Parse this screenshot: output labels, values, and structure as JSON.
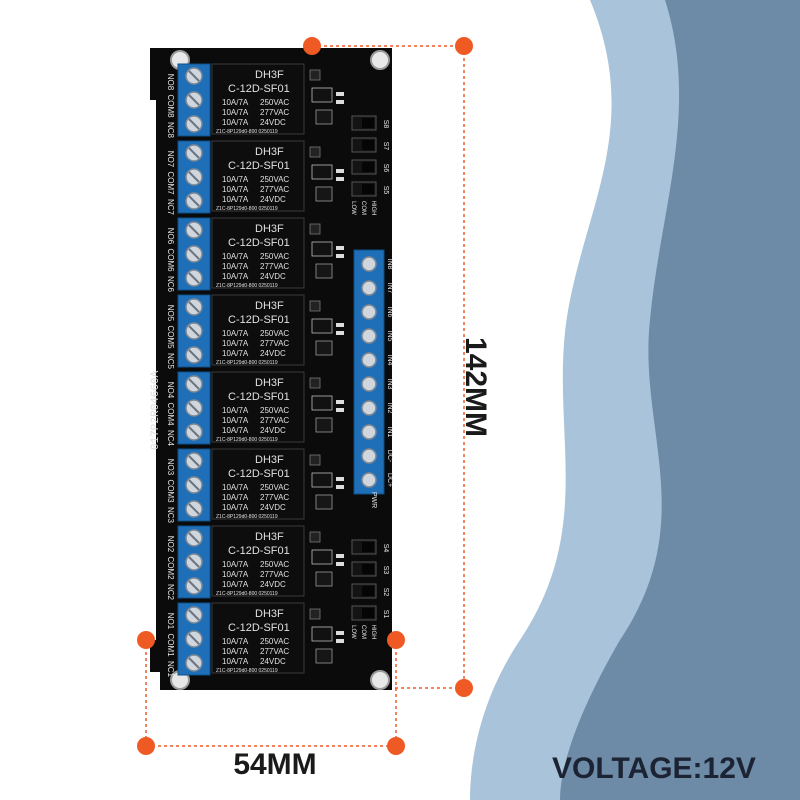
{
  "board": {
    "serial": "017P2R04660A",
    "relay_count": 8,
    "relay": {
      "brand": "DH3F",
      "model": "C-12D-SF01",
      "rating_1": "10A/7A",
      "rating_1_volt": "250VAC",
      "rating_2": "10A/7A",
      "rating_2_volt": "277VAC",
      "rating_3": "10A/7A",
      "rating_3_volt": "24VDC",
      "code": "Z1C-8P129d0-800  0250119"
    },
    "terminal_labels": [
      [
        "NO8",
        "COM8",
        "NC8"
      ],
      [
        "NO7",
        "COM7",
        "NC7"
      ],
      [
        "NO6",
        "COM6",
        "NC6"
      ],
      [
        "NO5",
        "COM5",
        "NC5"
      ],
      [
        "NO4",
        "COM4",
        "NC4"
      ],
      [
        "NO3",
        "COM3",
        "NC3"
      ],
      [
        "NO2",
        "COM2",
        "NC2"
      ],
      [
        "NO1",
        "COM1",
        "NC1"
      ]
    ],
    "inputs": [
      "IN8",
      "IN7",
      "IN6",
      "IN5",
      "IN4",
      "IN3",
      "IN2",
      "IN1",
      "DC-",
      "DC+"
    ],
    "jumpers_top": [
      "S8",
      "S7",
      "S6",
      "S5"
    ],
    "jumpers_bottom": [
      "S4",
      "S3",
      "S2",
      "S1"
    ],
    "jumper_level": [
      "LOW",
      "COM",
      "HIGH"
    ],
    "pwr_label": "PWR"
  },
  "dimensions": {
    "width_label": "54MM",
    "height_label": "142MM"
  },
  "spec": {
    "voltage_label": "VOLTAGE:12V"
  },
  "colors": {
    "background": "#ffffff",
    "wave_light": "#a9c3da",
    "wave_dark": "#6d8aa6",
    "pcb": "#0b0b0b",
    "terminal_blue": "#1f6fb8",
    "relay_body": "#0d0d0d",
    "dimension_marker": "#ef5a24"
  }
}
